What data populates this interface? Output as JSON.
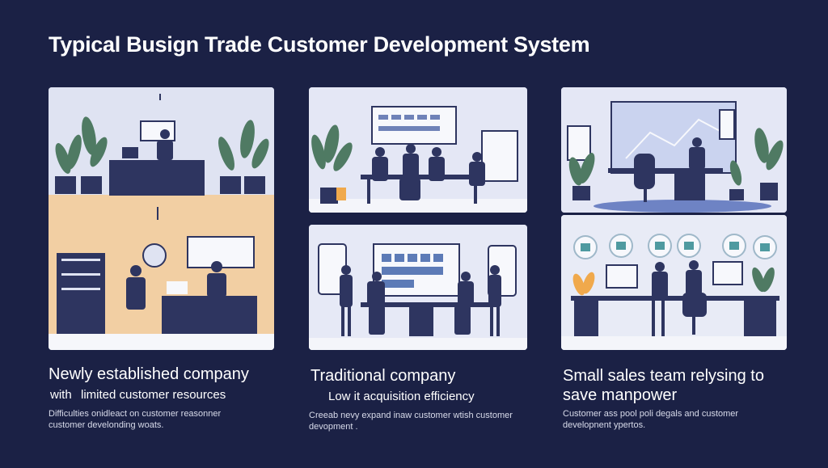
{
  "title": "Typical Busign Trade Customer Development System",
  "panels": [
    {
      "heading": "Newly established company",
      "subheading_prefix": "with",
      "subheading": "limited customer resources",
      "description_line1": "Difficulties onidleact on customer reasonner",
      "description_line2": "customer develonding woats."
    },
    {
      "heading": "Traditional company",
      "subheading": "Low it acquisition efficiency",
      "description_line1": "Creeab nevy expand inaw customer wtish customer",
      "description_line2": "devopment ."
    },
    {
      "heading": "Small sales team relysing to",
      "heading_line2": "save manpower",
      "description_line1": "Customer ass pool poli degals and customer",
      "description_line2": "developnent ypertos."
    }
  ],
  "colors": {
    "background": "#1b2145",
    "navy": "#2e3560",
    "plant": "#4f7a63",
    "wall_light": "#e6e9f6",
    "wall_orange": "#f3cfa4"
  }
}
